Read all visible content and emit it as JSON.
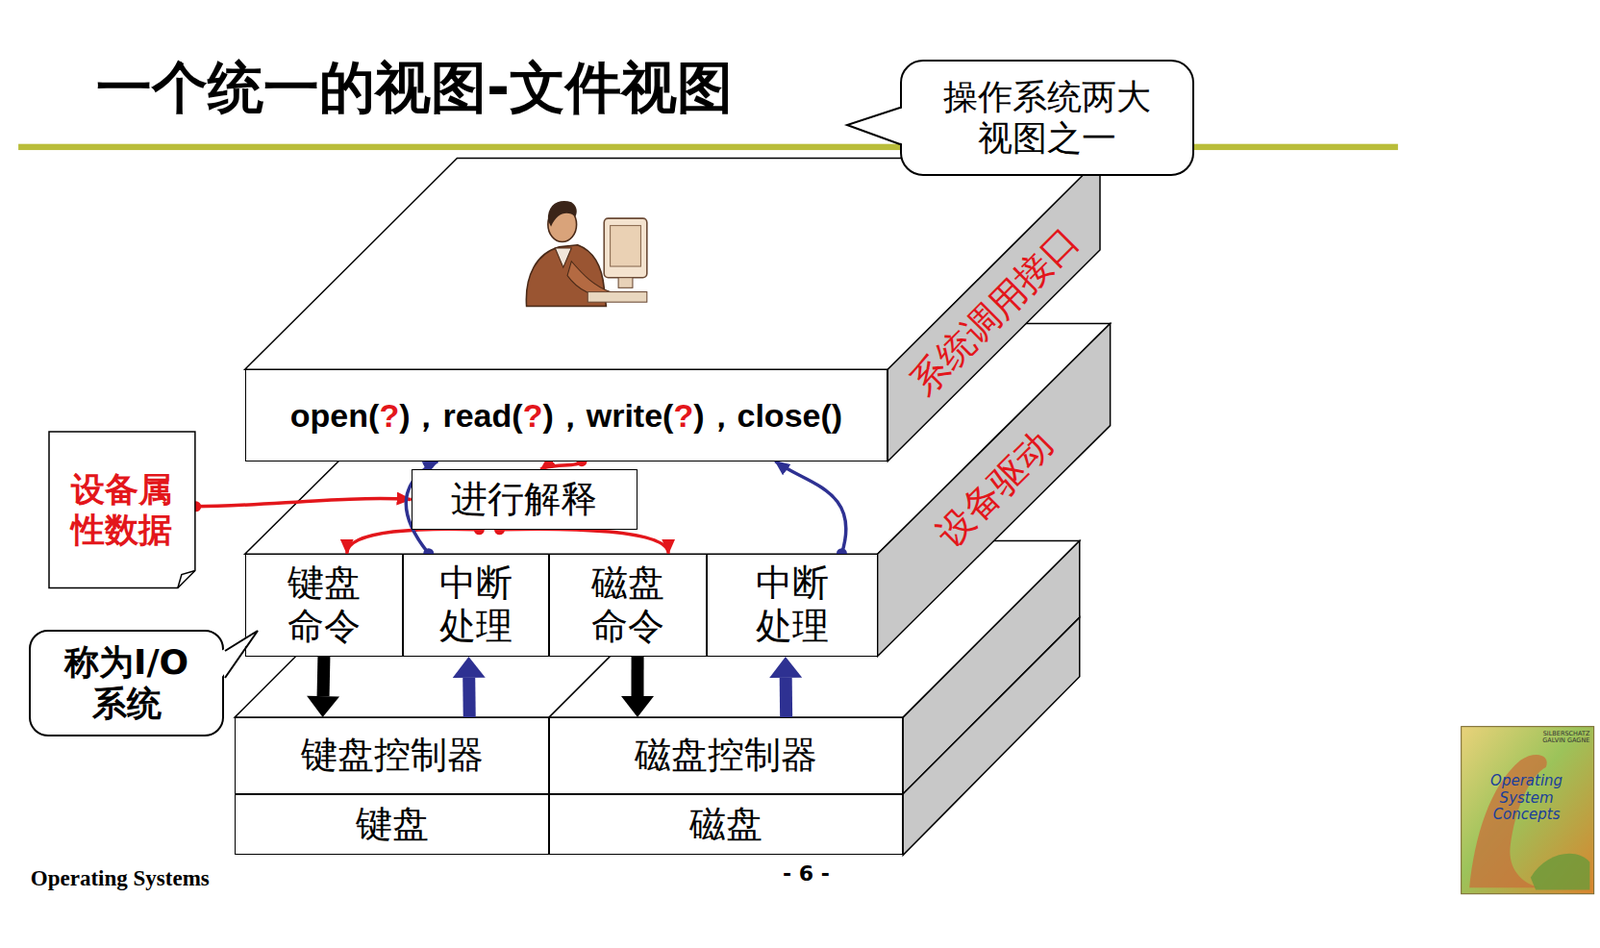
{
  "diagram": {
    "title": "一个统一的视图-文件视图",
    "nodes": [
      {
        "text": [
          "操作系统两大 视图之一"
        ]
      },
      {
        "text": [
          "open(?)，read(?)，write(?)，close()"
        ]
      },
      {
        "text": [
          "设备属 性数据"
        ]
      },
      {
        "text": [
          "进行解释"
        ]
      },
      {
        "text": [
          "键盘 命令"
        ]
      },
      {
        "text": [
          "中断 处理"
        ]
      },
      {
        "text": [
          "磁盘 命令"
        ]
      },
      {
        "text": [
          "中断 处理"
        ]
      },
      {
        "text": [
          "称为I/O 系统"
        ]
      },
      {
        "text": [
          "键盘控制器"
        ]
      },
      {
        "text": [
          "磁盘控制器"
        ]
      },
      {
        "text": [
          "键盘"
        ]
      },
      {
        "text": [
          "磁盘"
        ]
      }
    ],
    "edges": [
      {
        "from": 2,
        "to": 3,
        "arrow": "to"
      },
      {
        "from": 1,
        "to": 3,
        "arrow": "to"
      },
      {
        "from": 3,
        "to": 4,
        "arrow": "to"
      },
      {
        "from": 3,
        "to": 6,
        "arrow": "to"
      },
      {
        "from": 5,
        "to": 1,
        "arrow": "to"
      },
      {
        "from": 7,
        "to": 1,
        "arrow": "to"
      },
      {
        "from": 4,
        "to": 9,
        "arrow": "to"
      },
      {
        "from": 6,
        "to": 10,
        "arrow": "to"
      },
      {
        "from": 9,
        "to": 5,
        "arrow": "to"
      },
      {
        "from": 10,
        "to": 7,
        "arrow": "to"
      }
    ],
    "labels": [
      "系统调用接口",
      "设备驱动",
      "SILBERSCHATZ GALVIN GAGNE",
      "Operating System Concepts",
      "Operating Systems",
      "- 6 -"
    ]
  }
}
